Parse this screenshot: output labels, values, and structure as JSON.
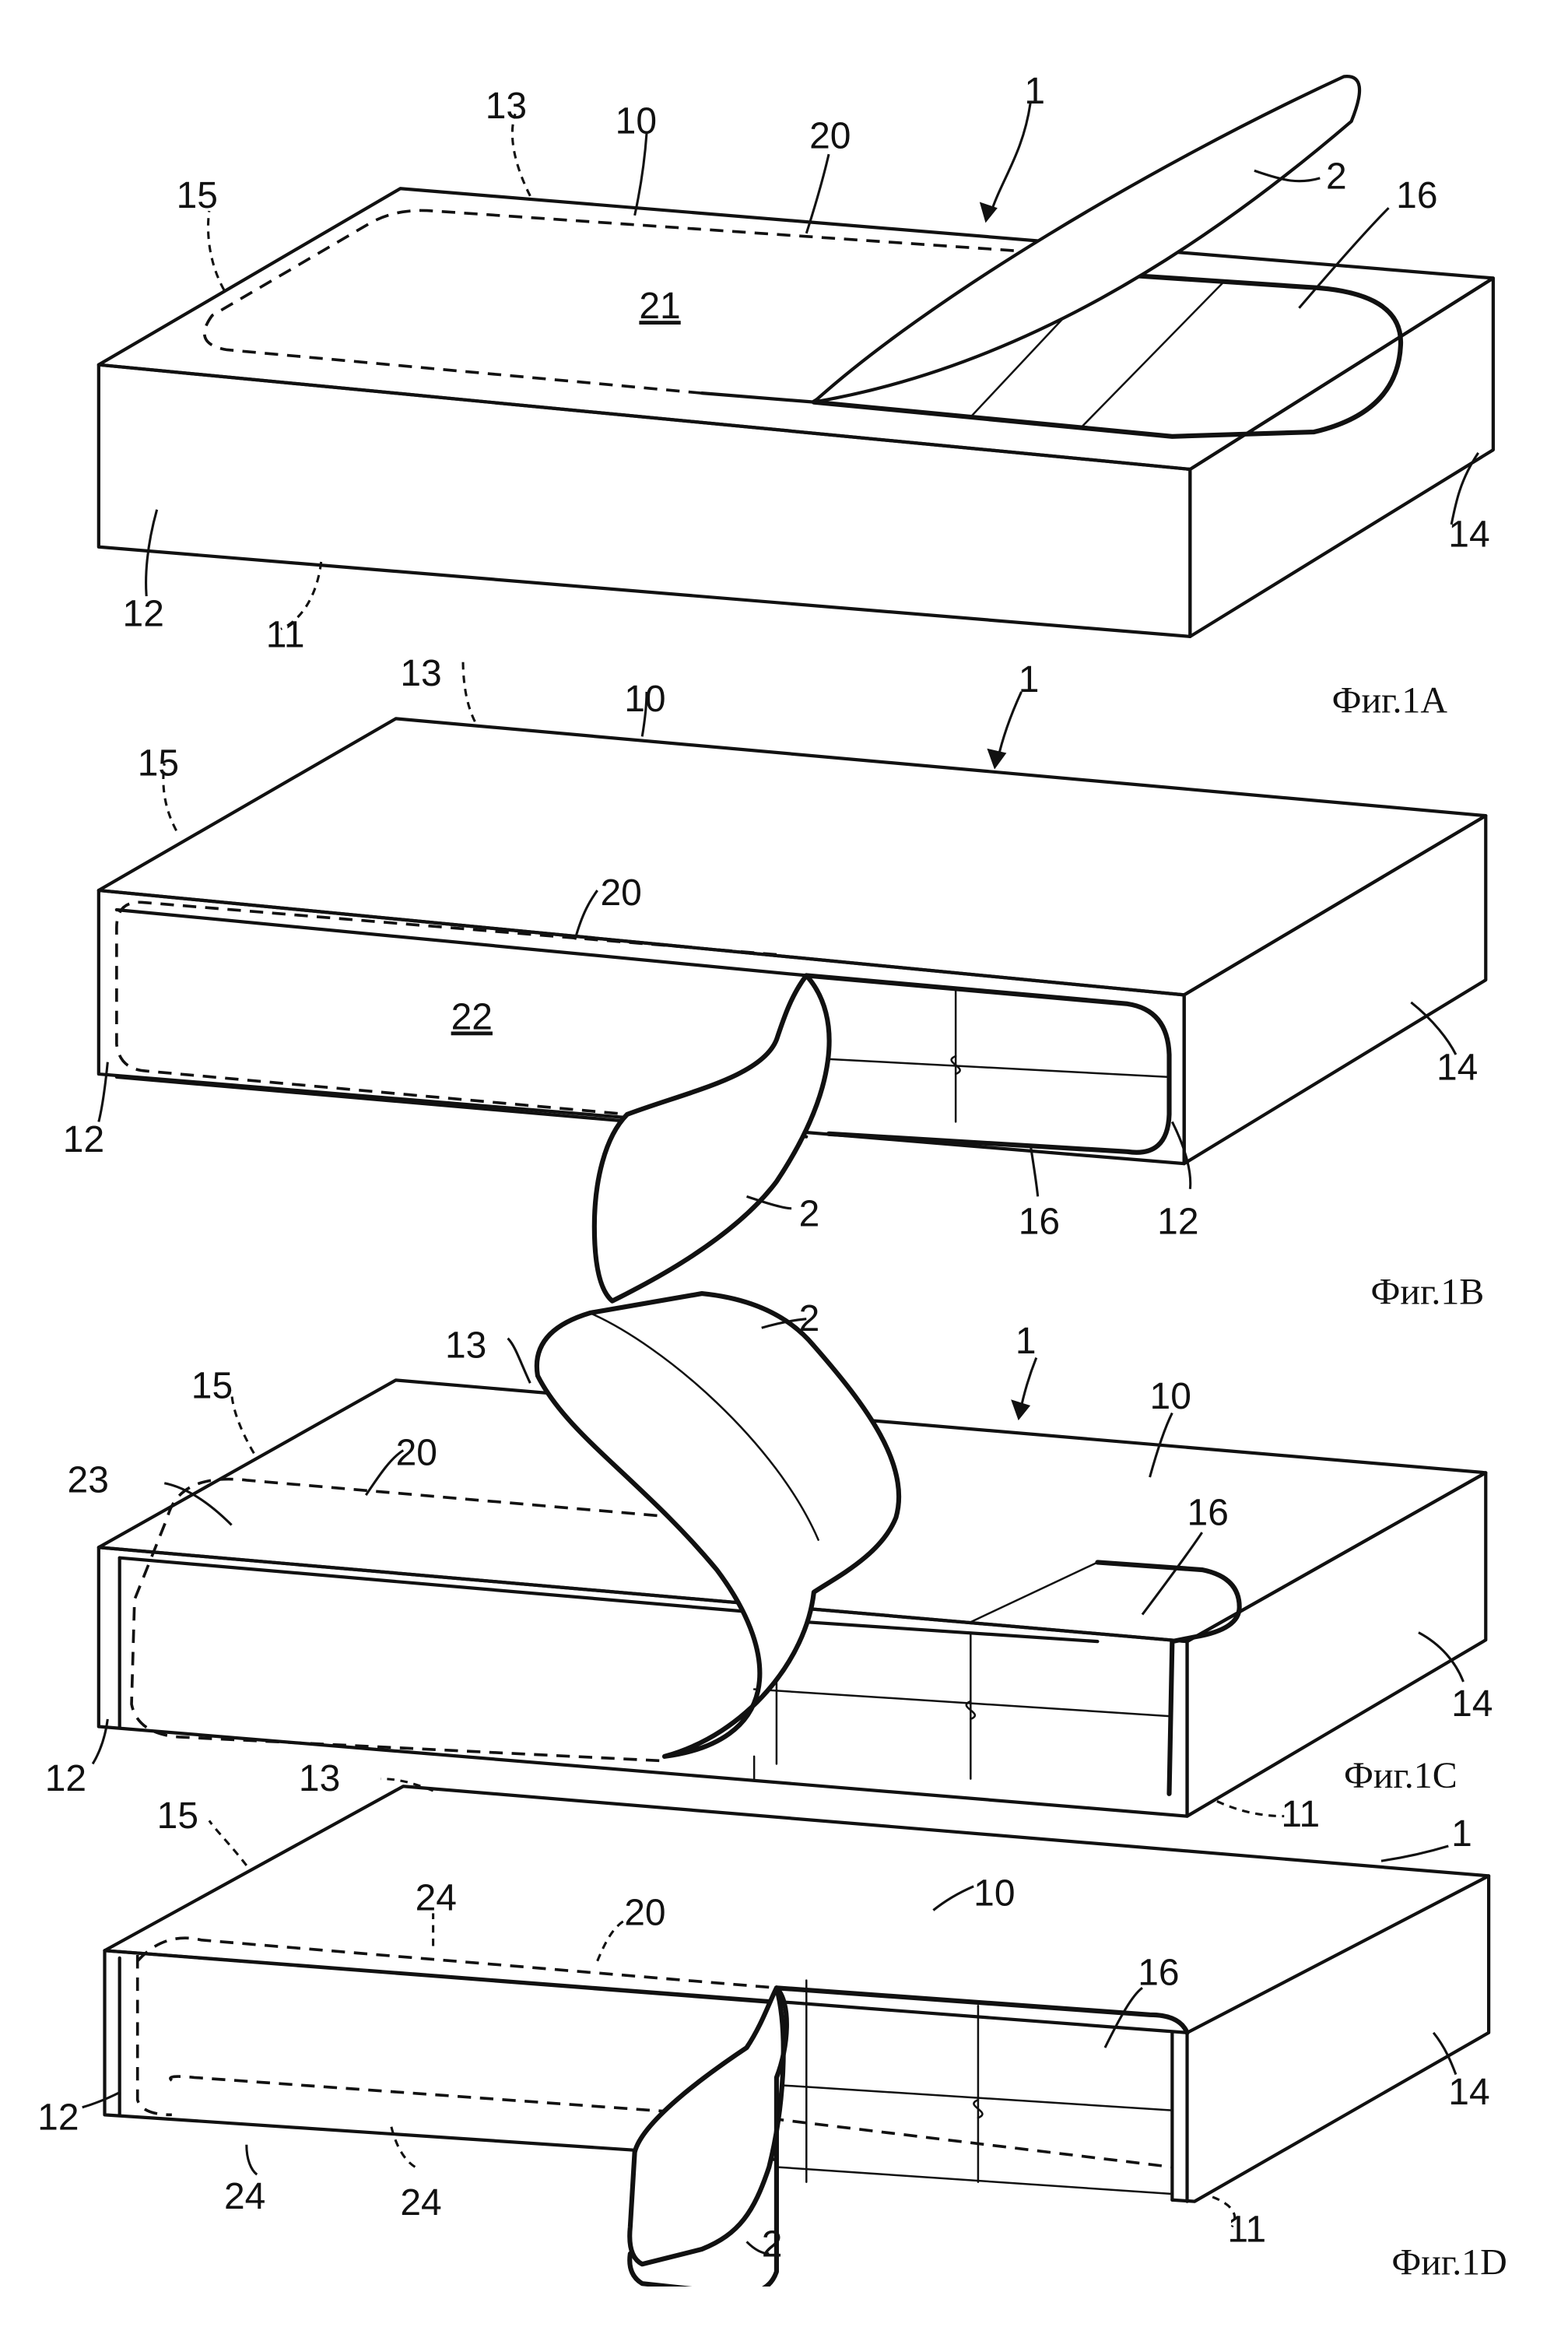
{
  "figures": [
    {
      "caption": "Фиг.1A",
      "labels": {
        "l1": "1",
        "l2": "2",
        "l10": "10",
        "l11": "11",
        "l12": "12",
        "l13": "13",
        "l14": "14",
        "l15": "15",
        "l16": "16",
        "l20": "20",
        "l21": "21"
      }
    },
    {
      "caption": "Фиг.1B",
      "labels": {
        "l1": "1",
        "l2": "2",
        "l10": "10",
        "l12a": "12",
        "l12b": "12",
        "l13": "13",
        "l14": "14",
        "l15": "15",
        "l16": "16",
        "l20": "20",
        "l22": "22"
      }
    },
    {
      "caption": "Фиг.1C",
      "labels": {
        "l1": "1",
        "l2": "2",
        "l10": "10",
        "l11": "11",
        "l12": "12",
        "l13": "13",
        "l14": "14",
        "l15": "15",
        "l16": "16",
        "l20": "20",
        "l23": "23"
      }
    },
    {
      "caption": "Фиг.1D",
      "labels": {
        "l1": "1",
        "l2": "2",
        "l10": "10",
        "l11": "11",
        "l12": "12",
        "l13": "13",
        "l14": "14",
        "l15": "15",
        "l16": "16",
        "l20": "20",
        "l24a": "24",
        "l24b": "24",
        "l24c": "24"
      }
    }
  ]
}
